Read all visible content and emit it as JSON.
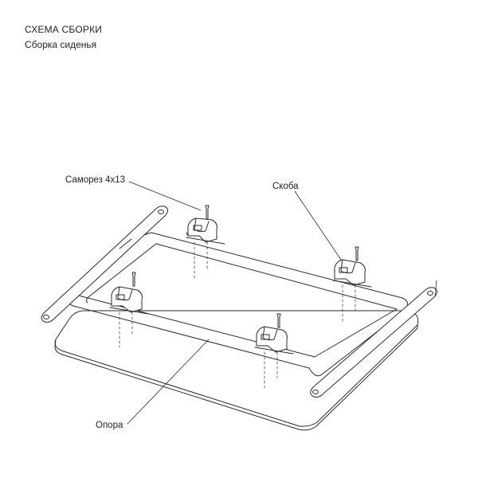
{
  "header": {
    "title": "СХЕМА СБОРКИ",
    "subtitle": "Сборка сиденья"
  },
  "callouts": {
    "screw": "Саморез 4х13",
    "bracket": "Скоба",
    "support": "Опора"
  }
}
